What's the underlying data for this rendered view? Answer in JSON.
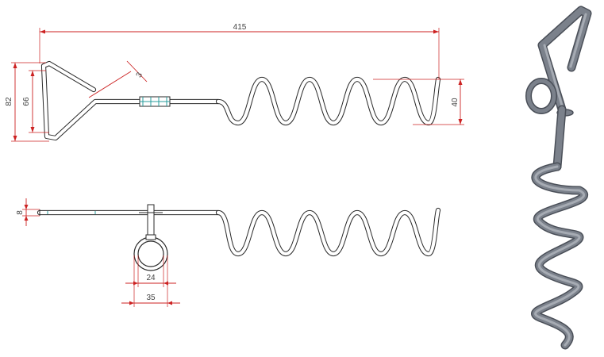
{
  "dimensions": {
    "overall_length": "415",
    "handle_height_outer": "82",
    "handle_height_inner": "66",
    "wire_diameter": "3",
    "spiral_height": "40",
    "rod_thickness": "8",
    "ring_inner": "24",
    "ring_outer": "35"
  },
  "colors": {
    "dimension": "#cc2222",
    "outline": "#2a2a2a",
    "center_mark": "#2a9d9d",
    "render_metal": "#7b818b"
  }
}
